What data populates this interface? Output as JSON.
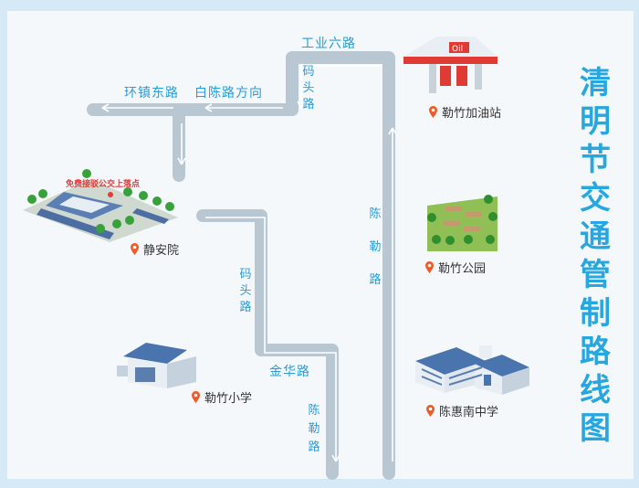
{
  "title": "清明节交通管制路线图",
  "roads": {
    "gongye6": "工业六路",
    "huanzhendong": "环镇东路",
    "baichen": "白陈路方向",
    "matou_top": "码头路",
    "matou_mid": "码头路",
    "chenle_right": "陈勒路",
    "jinhua": "金华路",
    "chenle_bottom": "陈勒路"
  },
  "pois": {
    "gas_station": "勒竹加油站",
    "jingan": "静安院",
    "park": "勒竹公园",
    "primary_school": "勒竹小学",
    "middle_school": "陈惠南中学"
  },
  "bus_note": "免费接驳公交上落点",
  "colors": {
    "title": "#27a7e0",
    "road": "#b9c7d3",
    "label": "#2a9bd6",
    "pin": "#f05a28"
  }
}
